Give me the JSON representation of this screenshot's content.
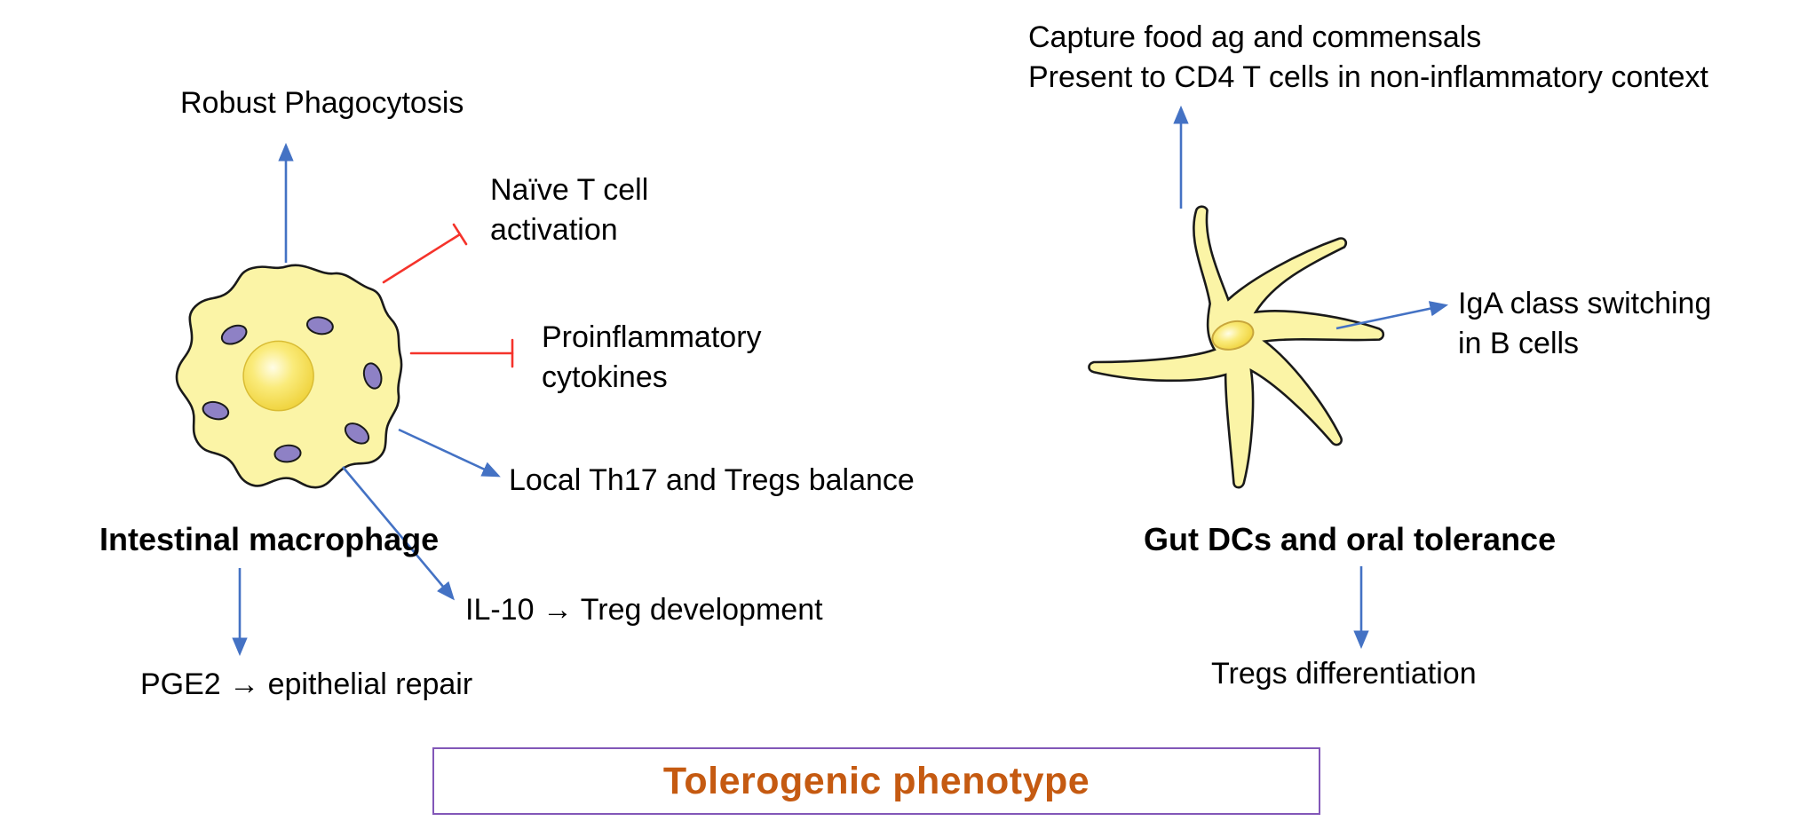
{
  "colors": {
    "arrow_blue": "#4472C4",
    "inhibit_red": "#F5332B",
    "cell_fill": "#FBF4A6",
    "cell_outline": "#1A1A1A",
    "organelle_purple": "#8E81C5",
    "nucleus_inner": "#FFFDE6",
    "nucleus_outer": "#EFD23B",
    "box_border": "#8257B8",
    "title_orange": "#C55A11",
    "text_black": "#000000"
  },
  "left": {
    "cell_label": "Intestinal macrophage",
    "labels": {
      "phagocytosis": "Robust Phagocytosis",
      "naive_t": "Naïve T cell\nactivation",
      "proinflammatory": "Proinflammatory\ncytokines",
      "th17": "Local Th17 and Tregs balance",
      "il10": "IL-10 → Treg development",
      "pge2": "PGE2 → epithelial repair"
    }
  },
  "right": {
    "cell_label": "Gut DCs and oral tolerance",
    "labels": {
      "capture": "Capture food ag and commensals\nPresent to CD4 T cells in non-inflammatory context",
      "iga": "IgA class switching\nin B cells",
      "tregs": "Tregs differentiation"
    }
  },
  "footer": {
    "title": "Tolerogenic phenotype"
  }
}
